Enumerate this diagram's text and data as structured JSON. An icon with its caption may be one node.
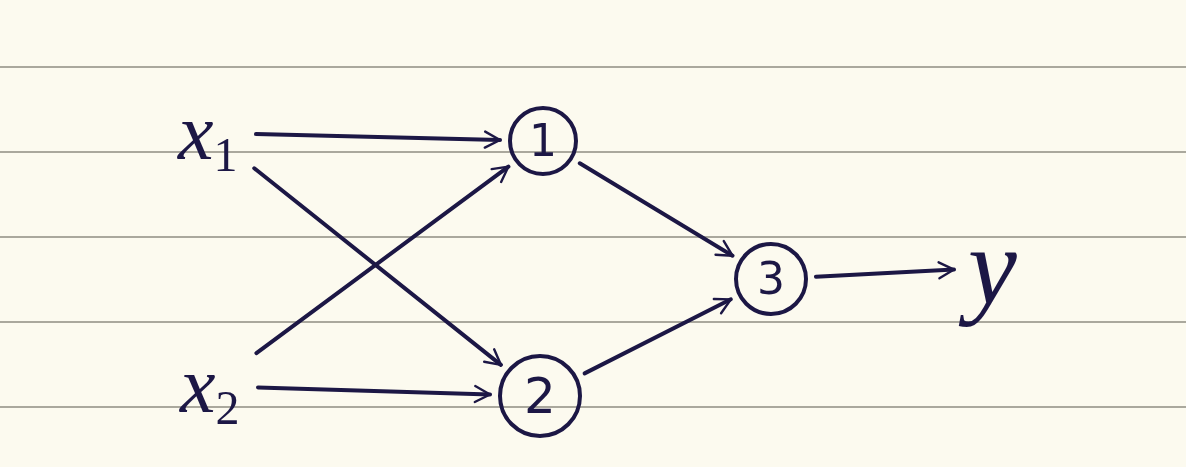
{
  "diagram": {
    "nodes": [
      {
        "text": [
          "x$_{1}$"
        ]
      },
      {
        "text": [
          "x$_{2}$"
        ]
      },
      {
        "text": [
          "1"
        ]
      },
      {
        "text": [
          "2"
        ]
      },
      {
        "text": [
          "3"
        ]
      },
      {
        "text": [
          "y"
        ]
      }
    ],
    "edges": [
      {
        "from": 0,
        "to": 2,
        "arrow": "to"
      },
      {
        "from": 0,
        "to": 3,
        "arrow": "to"
      },
      {
        "from": 1,
        "to": 2,
        "arrow": "to"
      },
      {
        "from": 1,
        "to": 3,
        "arrow": "to"
      },
      {
        "from": 2,
        "to": 4,
        "arrow": "to"
      },
      {
        "from": 3,
        "to": 4,
        "arrow": "to"
      },
      {
        "from": 4,
        "to": 5,
        "arrow": "to"
      }
    ]
  }
}
